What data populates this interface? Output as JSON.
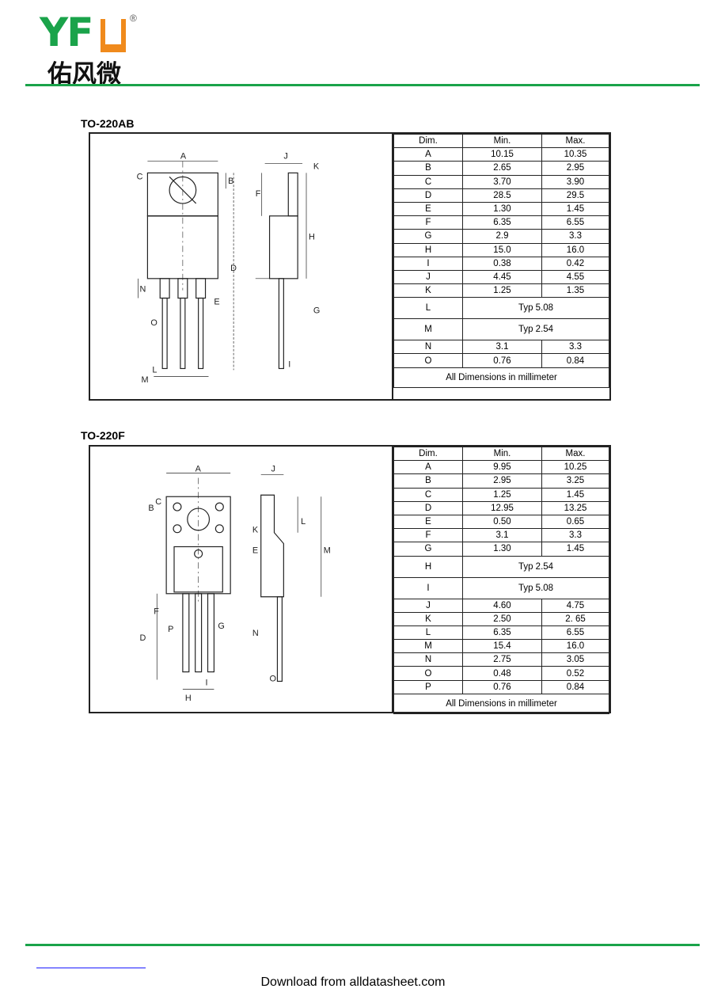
{
  "logo": {
    "brand": "YFW",
    "reg": "®",
    "chinese": "佑风微"
  },
  "footer": {
    "text": "Download from alldatasheet.com"
  },
  "sections": [
    {
      "title": "TO-220AB",
      "header": [
        "Dim.",
        "Min.",
        "Max."
      ],
      "rows": [
        [
          "A",
          "10.15",
          "10.35"
        ],
        [
          "B",
          "2.65",
          "2.95"
        ],
        [
          "C",
          "3.70",
          "3.90"
        ],
        [
          "D",
          "28.5",
          "29.5"
        ],
        [
          "E",
          "1.30",
          "1.45"
        ],
        [
          "F",
          "6.35",
          "6.55"
        ],
        [
          "G",
          "2.9",
          "3.3"
        ],
        [
          "H",
          "15.0",
          "16.0"
        ],
        [
          "I",
          "0.38",
          "0.42"
        ],
        [
          "J",
          "4.45",
          "4.55"
        ],
        [
          "K",
          "1.25",
          "1.35"
        ],
        [
          "L",
          "Typ 5.08"
        ],
        [
          "M",
          "Typ 2.54"
        ],
        [
          "N",
          "3.1",
          "3.3"
        ],
        [
          "O",
          "0.76",
          "0.84"
        ]
      ],
      "note": "All Dimensions in millimeter",
      "drawing_labels": [
        "A",
        "B",
        "C",
        "D",
        "E",
        "F",
        "G",
        "H",
        "I",
        "J",
        "K",
        "L",
        "M",
        "N",
        "O"
      ]
    },
    {
      "title": "TO-220F",
      "header": [
        "Dim.",
        "Min.",
        "Max."
      ],
      "rows": [
        [
          "A",
          "9.95",
          "10.25"
        ],
        [
          "B",
          "2.95",
          "3.25"
        ],
        [
          "C",
          "1.25",
          "1.45"
        ],
        [
          "D",
          "12.95",
          "13.25"
        ],
        [
          "E",
          "0.50",
          "0.65"
        ],
        [
          "F",
          "3.1",
          "3.3"
        ],
        [
          "G",
          "1.30",
          "1.45"
        ],
        [
          "H",
          "Typ 2.54"
        ],
        [
          "I",
          "Typ 5.08"
        ],
        [
          "J",
          "4.60",
          "4.75"
        ],
        [
          "K",
          "2.50",
          "2. 65"
        ],
        [
          "L",
          "6.35",
          "6.55"
        ],
        [
          "M",
          "15.4",
          "16.0"
        ],
        [
          "N",
          "2.75",
          "3.05"
        ],
        [
          "O",
          "0.48",
          "0.52"
        ],
        [
          "P",
          "0.76",
          "0.84"
        ]
      ],
      "note": "All Dimensions in millimeter",
      "drawing_labels": [
        "A",
        "B",
        "C",
        "D",
        "E",
        "F",
        "G",
        "H",
        "I",
        "J",
        "K",
        "L",
        "M",
        "N",
        "O",
        "P"
      ]
    }
  ]
}
